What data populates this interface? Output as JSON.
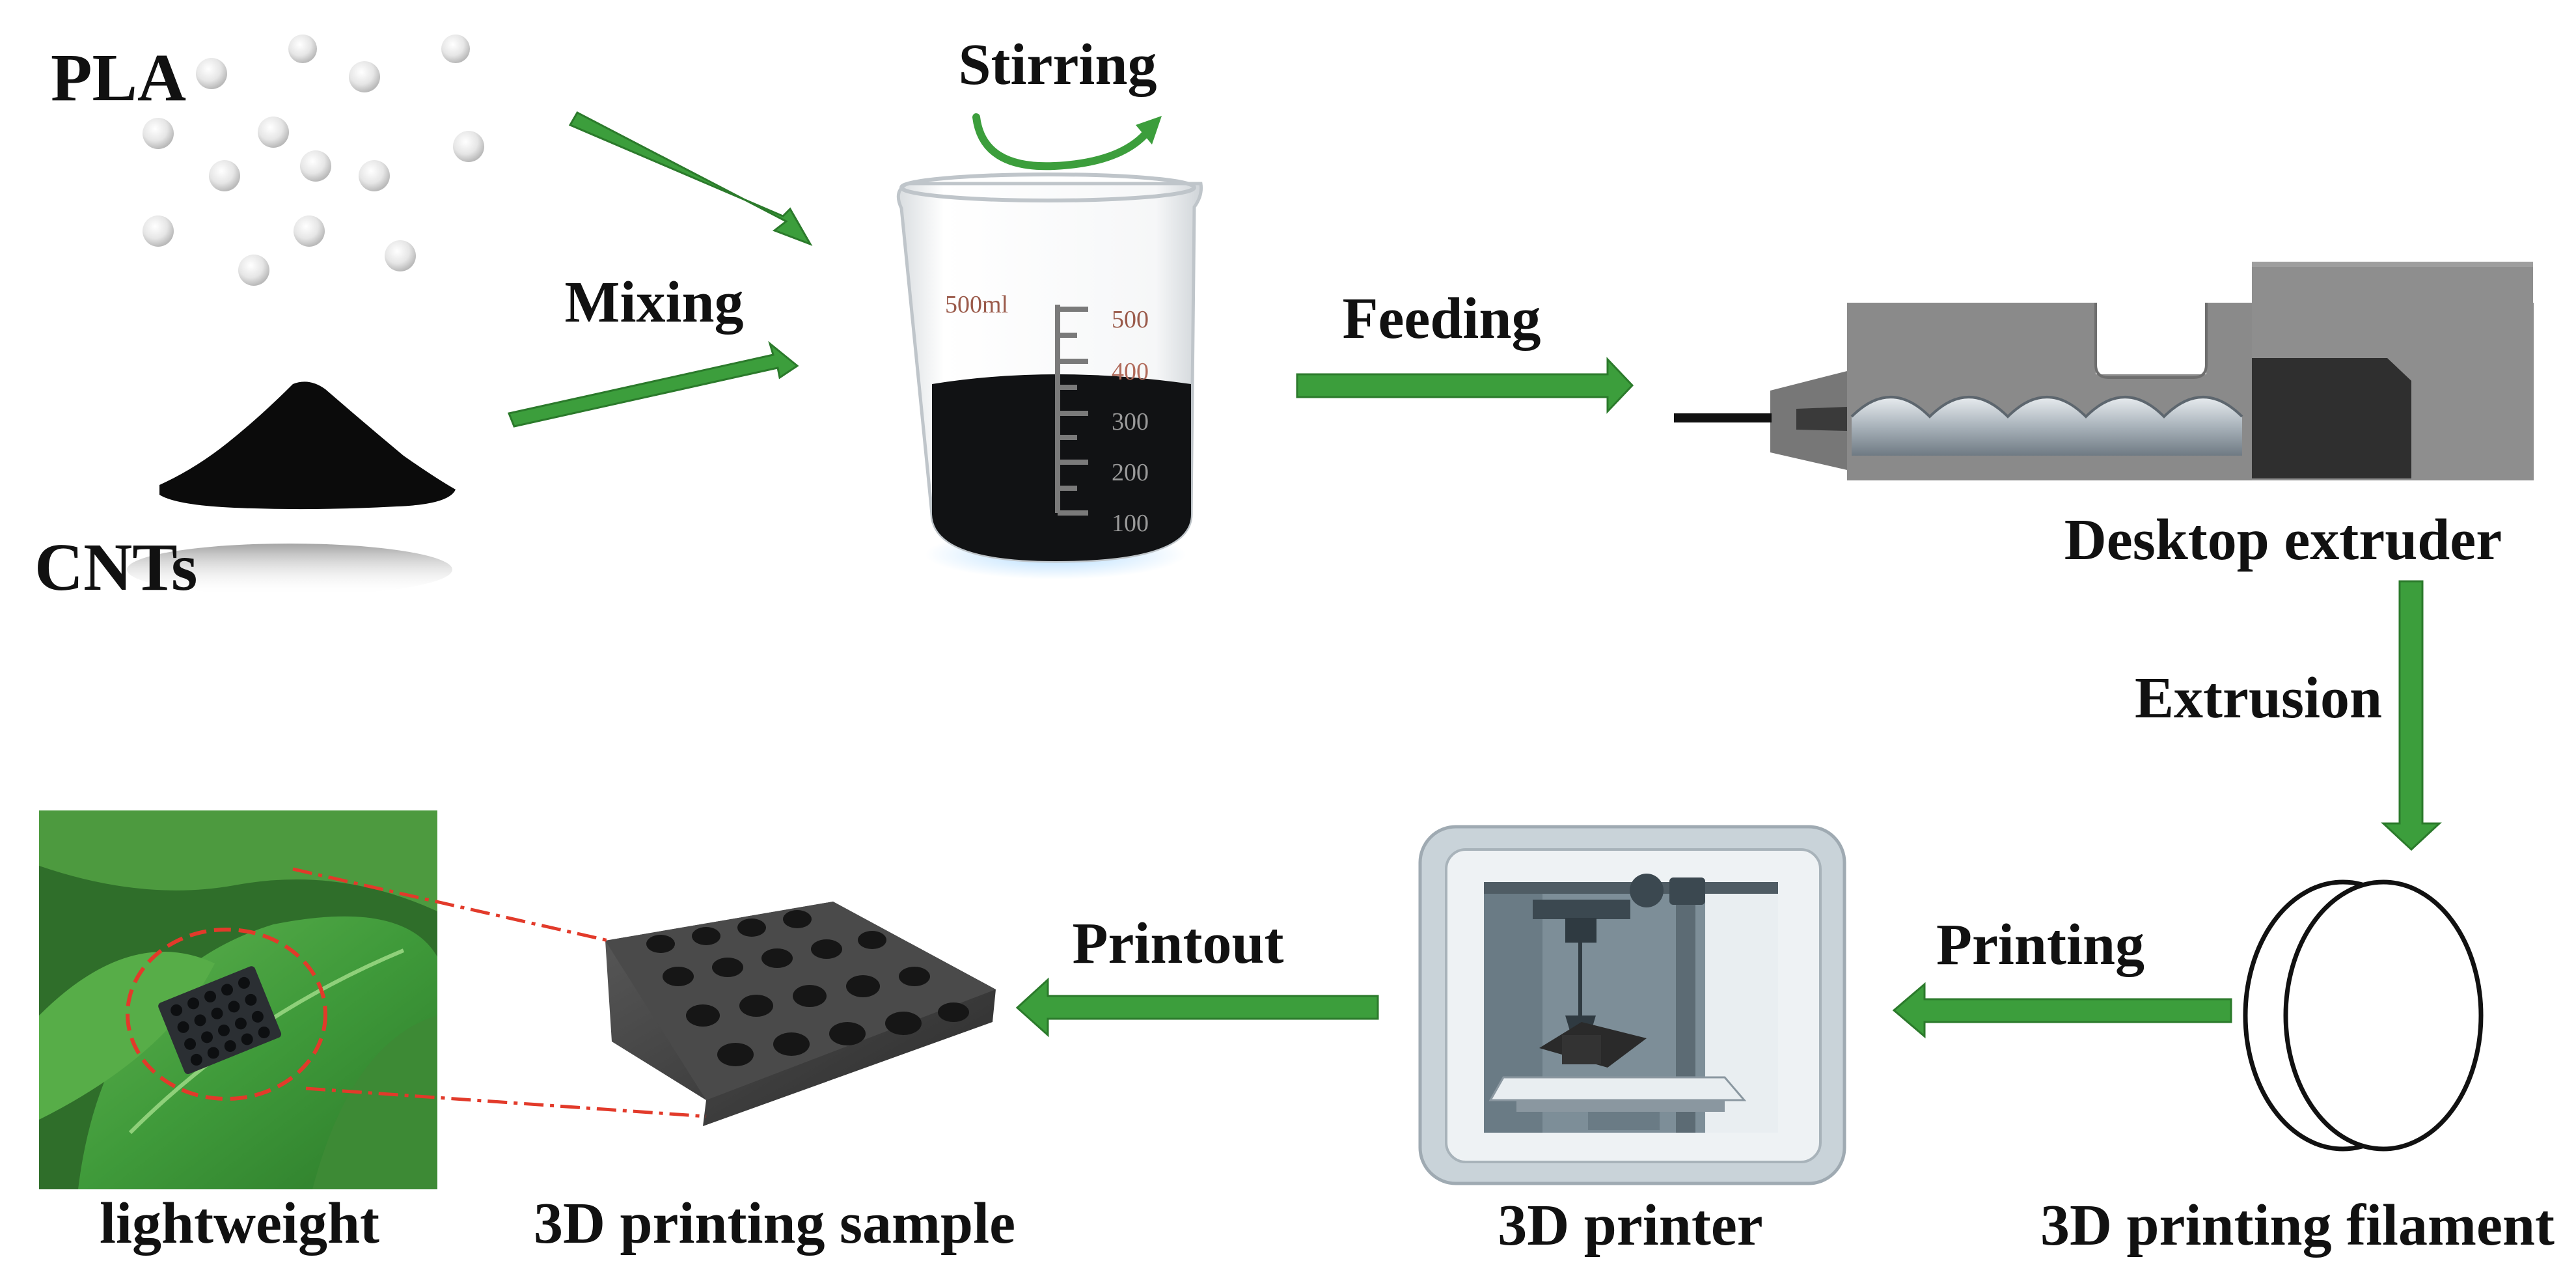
{
  "labels": {
    "pla": "PLA",
    "cnts": "CNTs",
    "stirring": "Stirring",
    "mixing": "Mixing",
    "feeding": "Feeding",
    "desktop_extruder": "Desktop extruder",
    "extrusion": "Extrusion",
    "printing": "Printing",
    "printout": "Printout",
    "lightweight": "lightweight",
    "sample": "3D printing sample",
    "printer": "3D printer",
    "filament": "3D printing filament"
  },
  "beaker": {
    "volume": "500ml",
    "ticks": [
      "500",
      "400",
      "300",
      "200",
      "100"
    ]
  },
  "colors": {
    "arrow": "#3c9e3c",
    "arrow_edge": "#2b7a2b",
    "ink": "#111111",
    "extruder": "#8a8a8a",
    "leaf": "#3f9a3a",
    "dash": "#e23a2a"
  }
}
